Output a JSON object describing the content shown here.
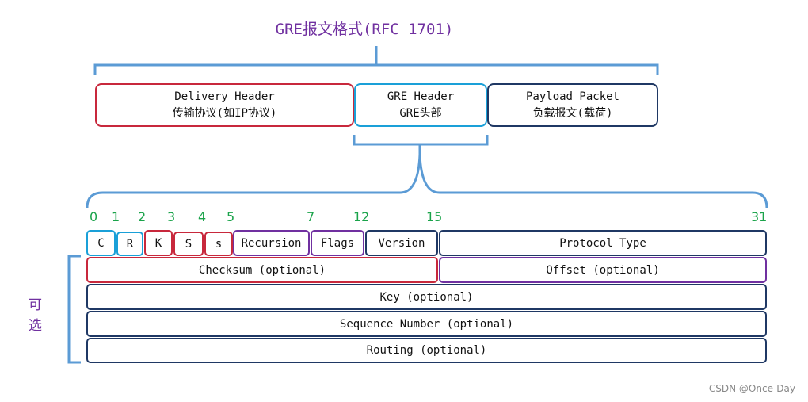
{
  "title": "GRE报文格式(RFC 1701)",
  "top_boxes": {
    "delivery": {
      "line1": "Delivery Header",
      "line2": "传输协议(如IP协议)",
      "color": "#c8283c"
    },
    "gre": {
      "line1": "GRE Header",
      "line2": "GRE头部",
      "color": "#1aa0d8"
    },
    "payload": {
      "line1": "Payload Packet",
      "line2": "负载报文(载荷)",
      "color": "#1f3864"
    }
  },
  "bit_numbers": [
    "0",
    "1",
    "2",
    "3",
    "4",
    "5",
    "7",
    "12",
    "15",
    "31"
  ],
  "flag_fields": {
    "c": "C",
    "r": "R",
    "k": "K",
    "s": "S",
    "s2": "s",
    "recursion": "Recursion",
    "flags": "Flags",
    "version": "Version",
    "protocol_type": "Protocol Type"
  },
  "optional_fields": {
    "checksum": "Checksum (optional)",
    "offset": "Offset (optional)",
    "key": "Key (optional)",
    "sequence": "Sequence Number (optional)",
    "routing": "Routing (optional)"
  },
  "side_label": {
    "line1": "可",
    "line2": "选"
  },
  "watermark": "CSDN @Once-Day",
  "colors": {
    "bracket": "#5b9bd5",
    "accent_purple": "#7030a0",
    "bit_green": "#1aa34a",
    "field_red": "#c8283c",
    "field_navy": "#1f3864",
    "field_blue": "#1aa0d8"
  }
}
